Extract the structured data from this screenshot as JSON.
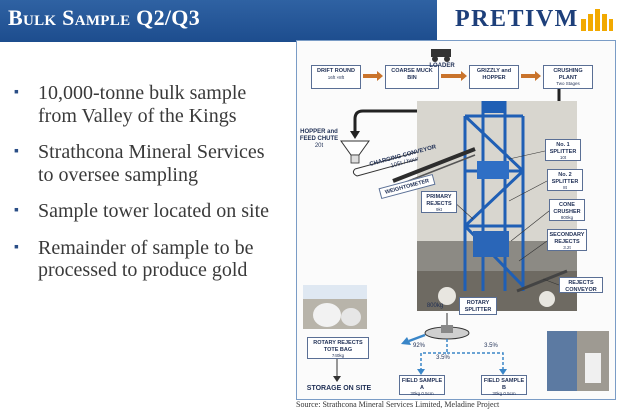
{
  "header": {
    "title": "Bulk Sample Q2/Q3"
  },
  "logo": {
    "text": "PRETIVM",
    "bar_color": "#f2a900",
    "text_color": "#1d3f7a"
  },
  "bullets": [
    "10,000-tonne bulk sample from Valley of the Kings",
    "Strathcona Mineral Services to oversee sampling",
    "Sample tower located on site",
    "Remainder of sample to be processed to produce gold"
  ],
  "diagram": {
    "drift_round": {
      "label": "DRIFT ROUND",
      "sub": "16ft ×8ft"
    },
    "coarse_muck_bin": {
      "label": "COARSE MUCK BIN"
    },
    "loader": {
      "label": "LOADER"
    },
    "grizzly_hopper": {
      "label": "GRIZZLY and HOPPER"
    },
    "crushing_plant": {
      "label": "CRUSHING PLANT",
      "sub": "Two Stages"
    },
    "hopper_feed_chute": {
      "label": "HOPPER and FEED CHUTE",
      "sub": "20t"
    },
    "charging_conveyor": {
      "label": "CHARGING CONVEYOR",
      "sub": "105t / hour"
    },
    "weightometer": {
      "label": "WEIGHTOMETER"
    },
    "primary_rejects": {
      "label": "PRIMARY REJECTS",
      "sub": "9kt"
    },
    "no1_splitter": {
      "label": "No. 1 SPLITTER",
      "sub": "10t"
    },
    "no2_splitter": {
      "label": "No. 2 SPLITTER",
      "sub": "8t"
    },
    "cone_crusher": {
      "label": "CONE CRUSHER",
      "sub": "800kg"
    },
    "secondary_rejects": {
      "label": "SECONDARY REJECTS",
      "sub": "3.2t"
    },
    "rejects_conveyor": {
      "label": "REJECTS CONVEYOR"
    },
    "rotary_splitter": {
      "label": "ROTARY SPLITTER"
    },
    "rotary_in": "800kg",
    "tote_bag": {
      "label": "ROTARY REJECTS TOTE BAG",
      "sub": "740kg"
    },
    "storage": {
      "label": "STORAGE ON SITE"
    },
    "pct_92": "92%",
    "pct_35a": "3.5%",
    "pct_35b": "3.5%",
    "field_a": {
      "label": "FIELD SAMPLE A",
      "sub": "30kg 0.5cm"
    },
    "field_b": {
      "label": "FIELD SAMPLE B",
      "sub": "30kg 0.5cm"
    }
  },
  "source": "Source: Strathcona Mineral Services Limited, Meladine Project"
}
